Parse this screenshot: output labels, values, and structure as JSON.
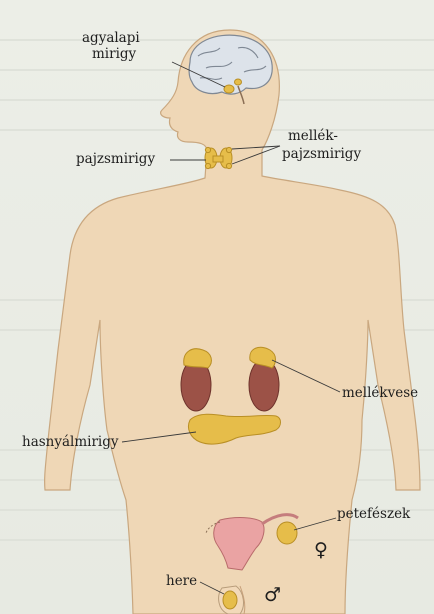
{
  "labels": {
    "pituitary": [
      "agyalapi",
      "mirigy"
    ],
    "thyroid": "pajzsmirigy",
    "parathyroid": [
      "mellék-",
      "pajzsmirigy"
    ],
    "adrenal": "mellékvese",
    "pancreas": "hasnyálmirigy",
    "ovary": "petefészek",
    "testis": "here"
  },
  "symbols": {
    "female": "♀",
    "male": "♂"
  },
  "colors": {
    "skin": "#efd7b6",
    "skin_outline": "#c9a77f",
    "gland": "#e6bd4a",
    "kidney": "#9c5247",
    "brain": "#dde3ea",
    "uterus": "#eaa3a3"
  }
}
